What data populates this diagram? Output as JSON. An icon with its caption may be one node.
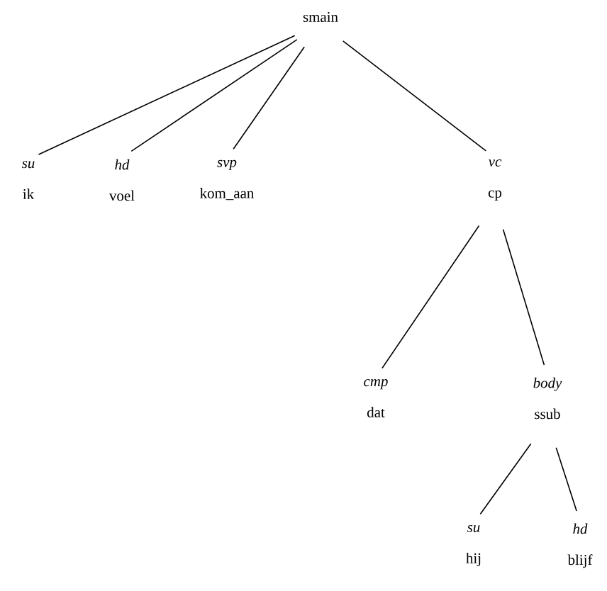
{
  "diagram": {
    "nodes": [
      {
        "text": [
          "smain"
        ]
      },
      {
        "text": [
          "su",
          "ik"
        ]
      },
      {
        "text": [
          "hd",
          "voel"
        ]
      },
      {
        "text": [
          "svp",
          "kom_aan"
        ]
      },
      {
        "text": [
          "vc",
          "cp"
        ]
      },
      {
        "text": [
          "cmp",
          "dat"
        ]
      },
      {
        "text": [
          "body",
          "ssub"
        ]
      },
      {
        "text": [
          "su",
          "hij"
        ]
      },
      {
        "text": [
          "hd",
          "blijf"
        ]
      }
    ],
    "edges": [
      {
        "from": 0,
        "to": 1,
        "arrow": "none"
      },
      {
        "from": 0,
        "to": 2,
        "arrow": "none"
      },
      {
        "from": 0,
        "to": 3,
        "arrow": "none"
      },
      {
        "from": 0,
        "to": 4,
        "arrow": "none"
      },
      {
        "from": 4,
        "to": 5,
        "arrow": "none"
      },
      {
        "from": 4,
        "to": 6,
        "arrow": "none"
      },
      {
        "from": 6,
        "to": 7,
        "arrow": "none"
      },
      {
        "from": 6,
        "to": 8,
        "arrow": "none"
      }
    ]
  }
}
